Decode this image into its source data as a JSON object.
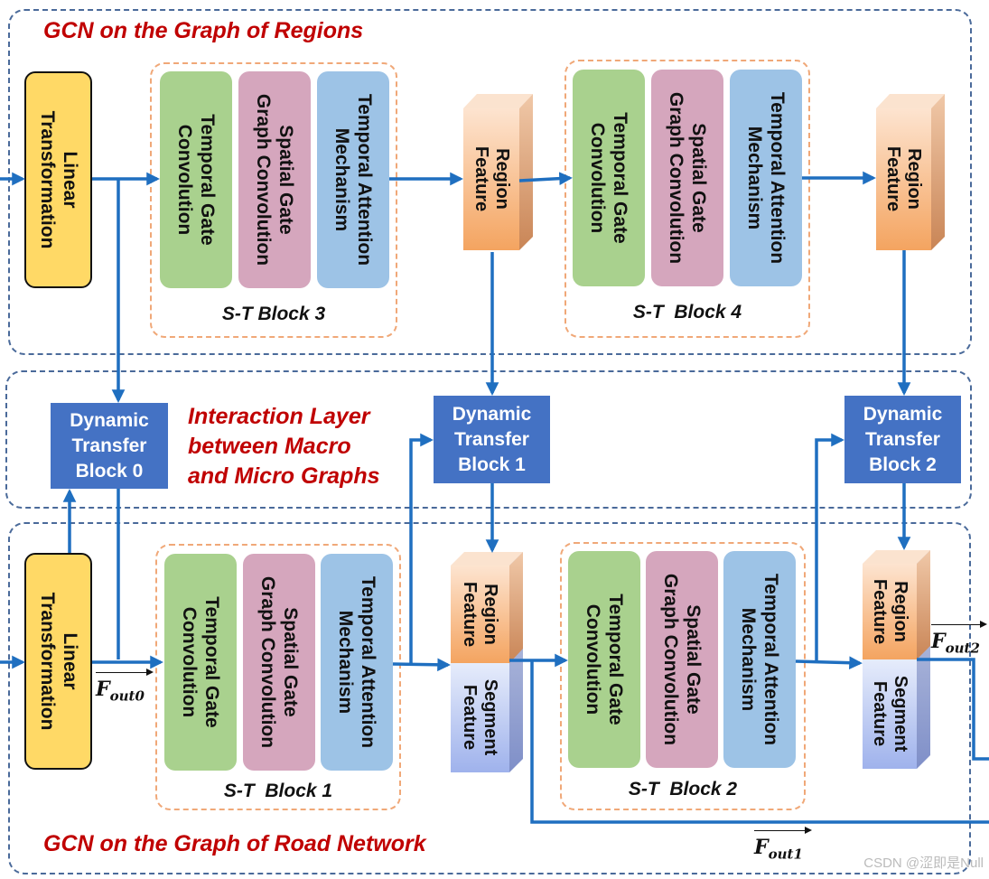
{
  "sections": {
    "top_title": "GCN on the Graph of Regions",
    "interaction_title": "Interaction Layer\nbetween Macro\nand Micro Graphs",
    "bottom_title": "GCN on the Graph of Road Network"
  },
  "linear_label": "Linear\nTransformation",
  "st_columns": {
    "temporal_gate": "Temporal Gate\nConvolution",
    "spatial_gate": "Spatial Gate\nGraph Convolution",
    "temporal_attention": "Temporal Attention\nMechanism"
  },
  "blocks": {
    "st3": "S-T Block 3",
    "st4": "S-T  Block 4",
    "st1": "S-T  Block 1",
    "st2": "S-T  Block 2"
  },
  "dynamic_blocks": {
    "dtb0": "Dynamic\nTransfer\nBlock 0",
    "dtb1": "Dynamic\nTransfer\nBlock 1",
    "dtb2": "Dynamic\nTransfer\nBlock 2"
  },
  "features": {
    "region": "Region\nFeature",
    "segment": "Segment\nFeature"
  },
  "outputs": {
    "f": "F",
    "out0": "out0",
    "out1": "out1",
    "out2": "out2"
  },
  "watermark": "CSDN @涩即是Null",
  "colors": {
    "arrow": "#1f6fc0",
    "frame": "#4a6a9a",
    "block_frame": "#f0a878",
    "title": "#c00000",
    "linear": "#ffd966",
    "green": "#a9d18e",
    "pink": "#d5a6bd",
    "blue": "#9dc3e6",
    "dynamic": "#4472c4"
  }
}
